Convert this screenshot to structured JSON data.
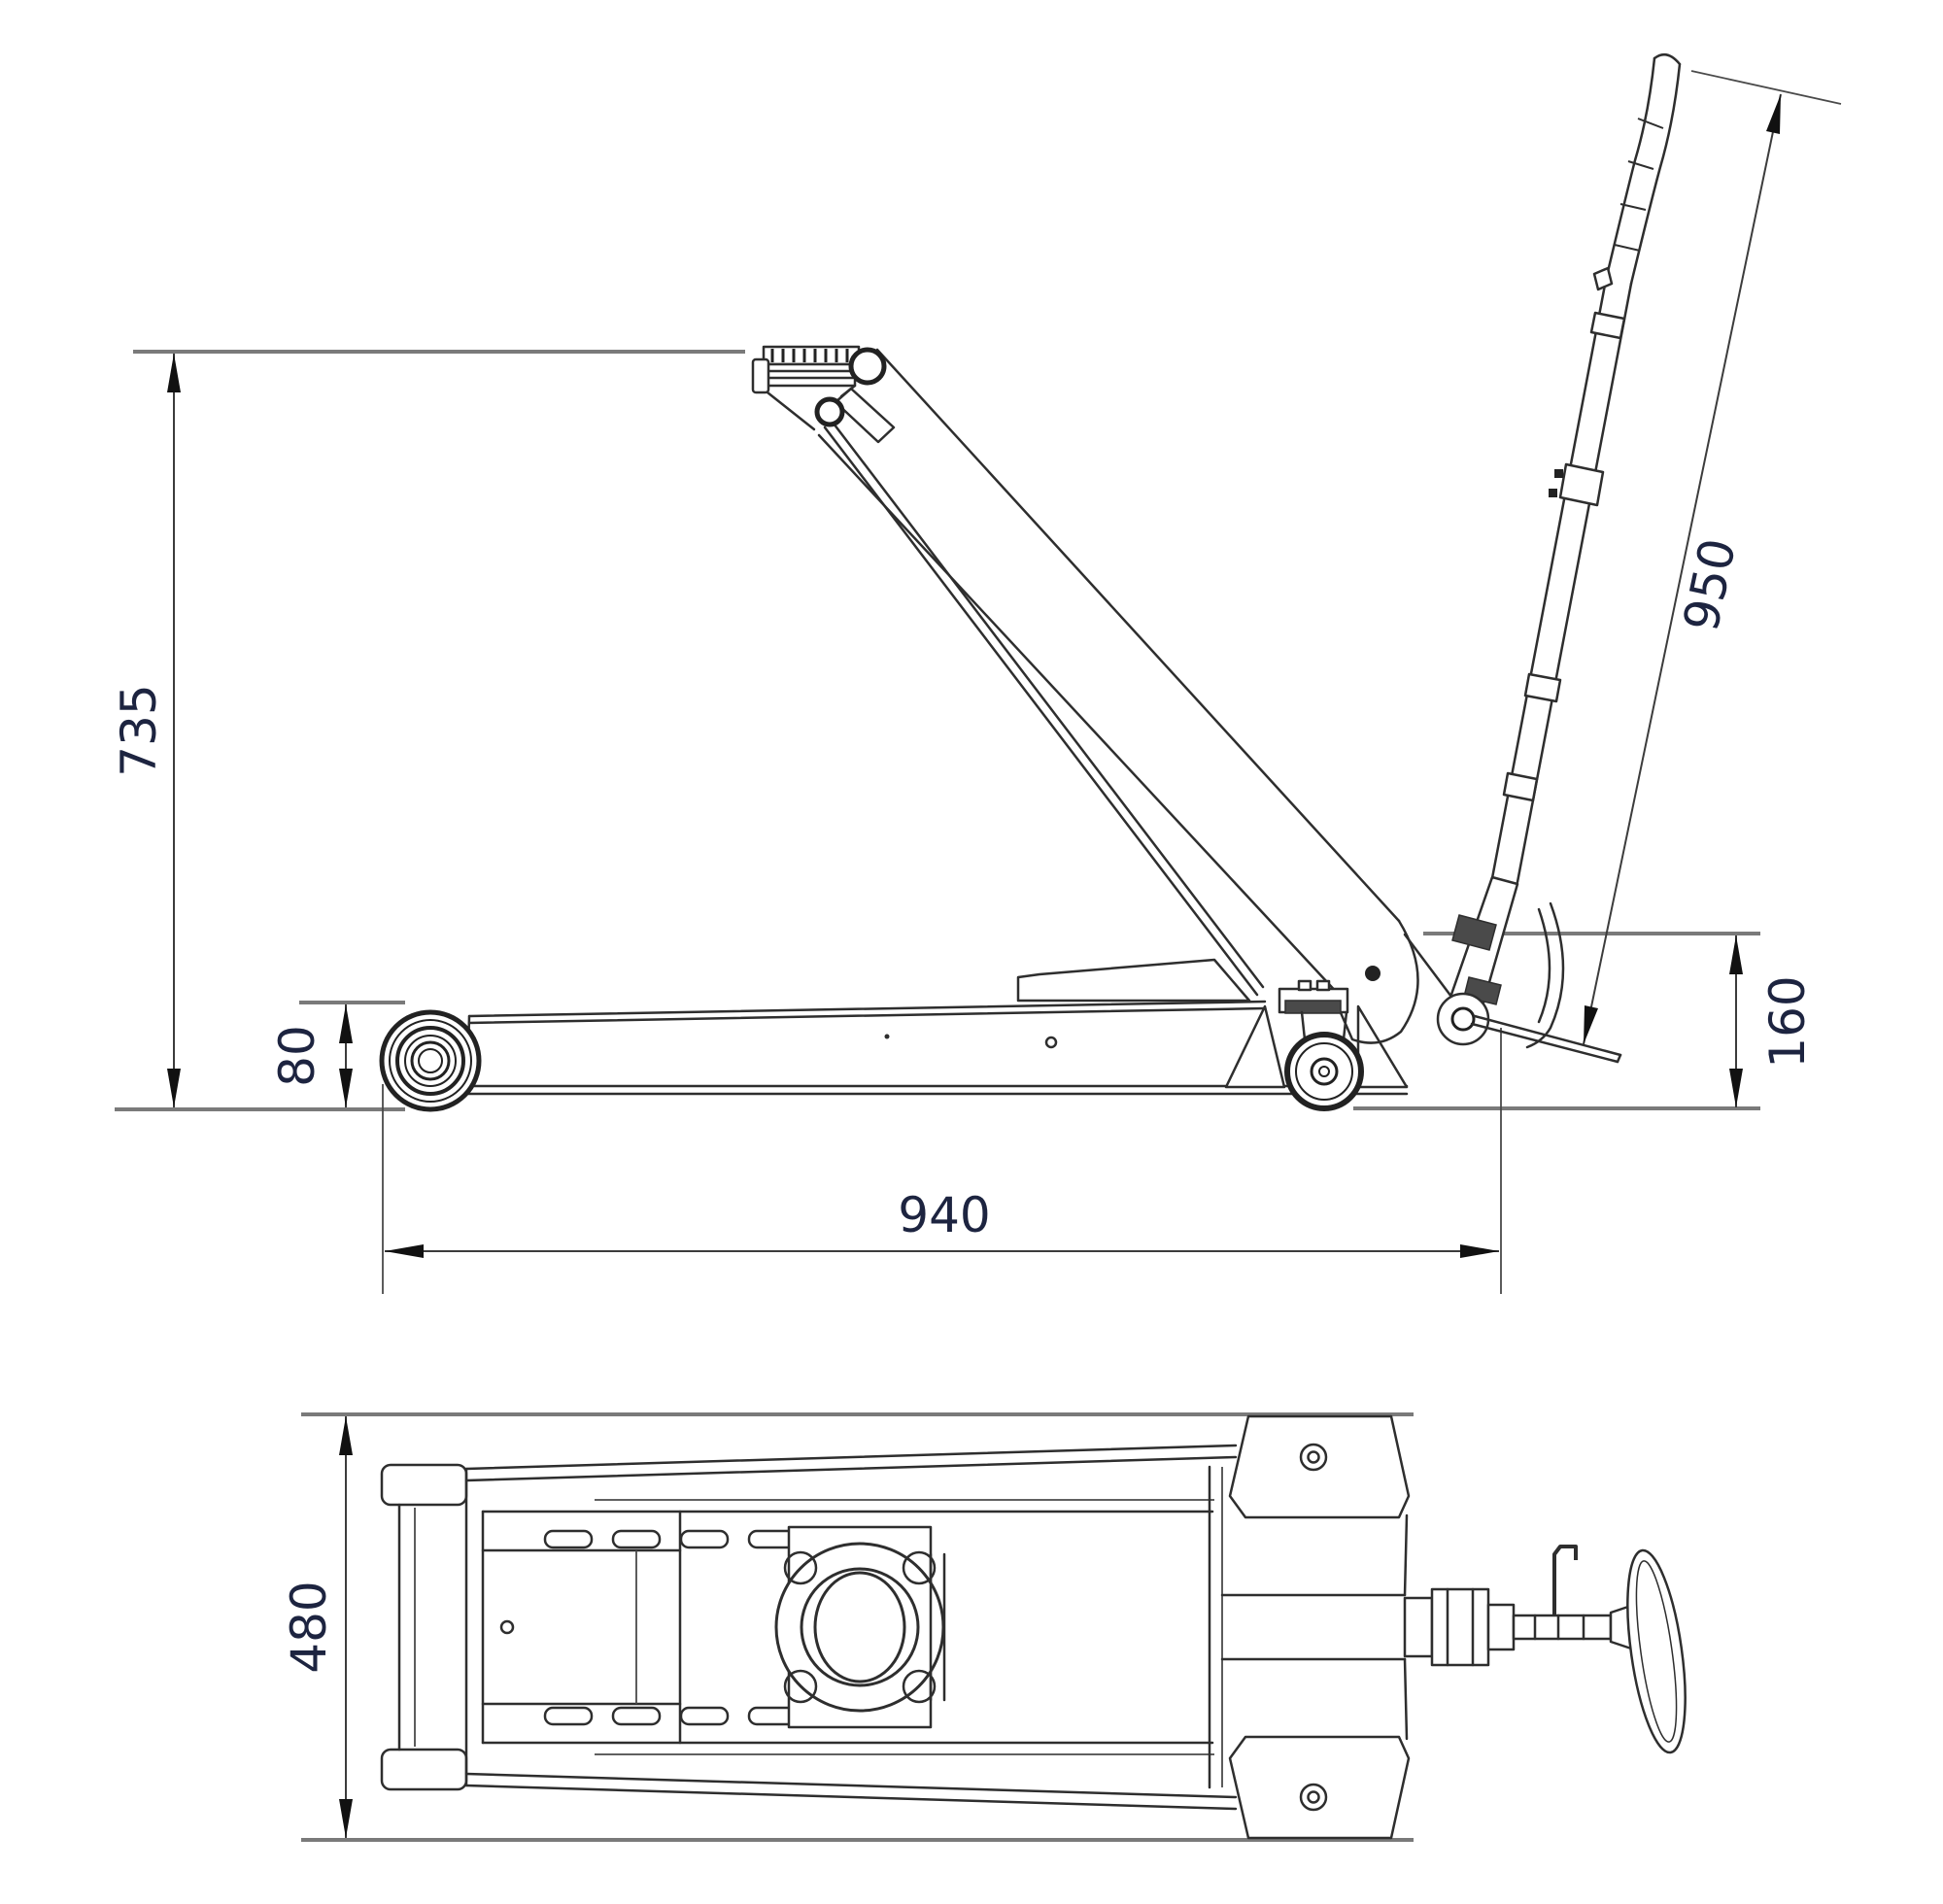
{
  "drawing": {
    "type": "technical-dimension-drawing",
    "subject": "hydraulic trolley floor jack - side view and plan view",
    "units": "mm",
    "dimensions": {
      "max_lift_height": "735",
      "min_chassis_height": "80",
      "frame_length": "940",
      "handle_length": "950",
      "front_pivot_height": "160",
      "overall_width": "480"
    }
  },
  "colors": {
    "background": "#ffffff",
    "part_outline": "#2e2e2e",
    "construction_line": "#7a7a7a",
    "dimension_line": "#3c3c3c",
    "label_text": "#1d2440",
    "arrowhead": "#111111"
  }
}
